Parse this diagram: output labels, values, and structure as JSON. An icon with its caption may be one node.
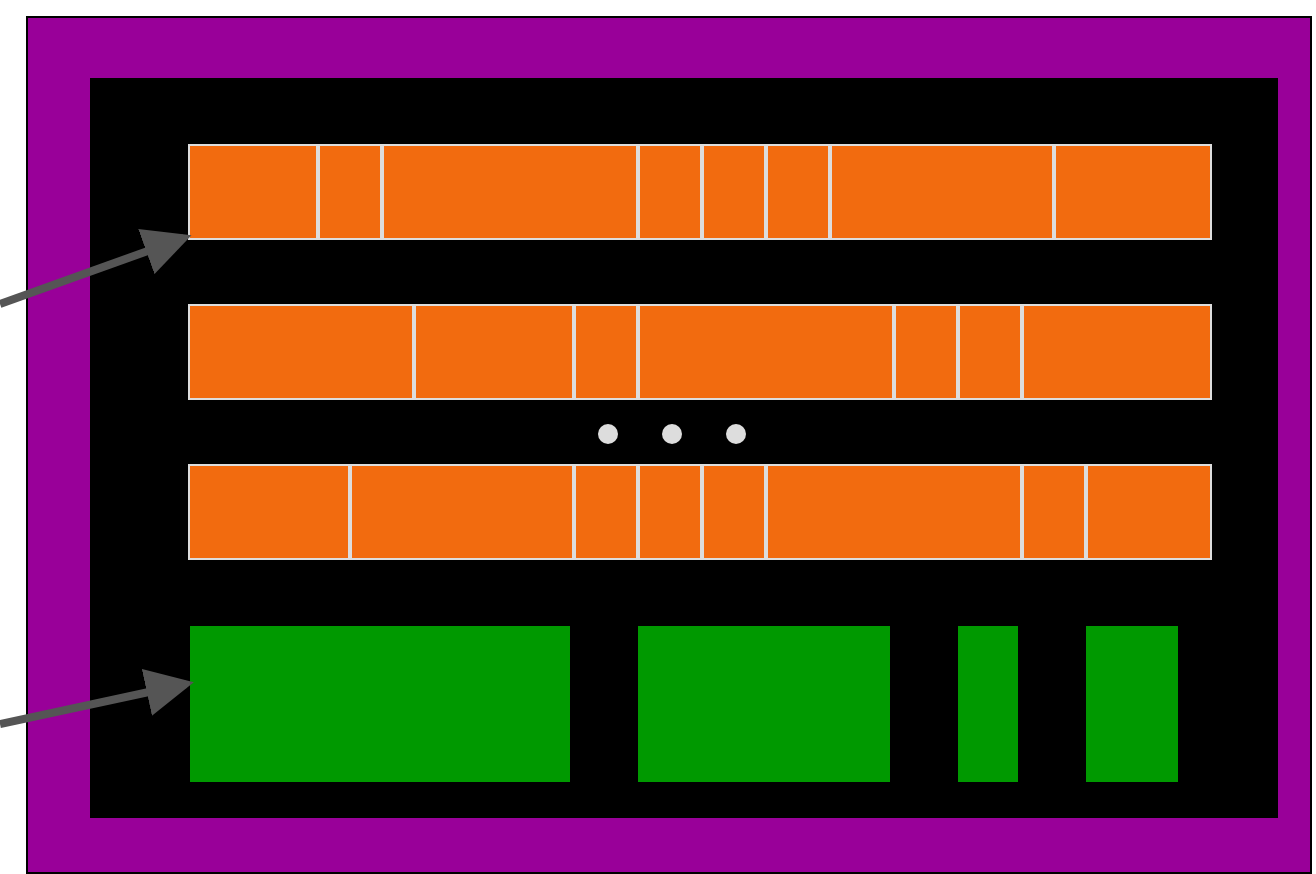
{
  "diagram": {
    "nodes": [
      {
        "text": [],
        "shape": "box"
      },
      {
        "text": [],
        "shape": "box",
        "in": 0
      },
      {
        "text": [],
        "shape": "bar",
        "in": 1
      },
      {
        "text": [],
        "shape": "bar",
        "in": 1
      },
      {
        "text": [],
        "shape": "bar",
        "in": 1
      },
      {
        "text": [],
        "shape": "box",
        "in": 1
      },
      {
        "text": [],
        "shape": "box",
        "in": 1
      },
      {
        "text": [],
        "shape": "box",
        "in": 1
      },
      {
        "text": [],
        "shape": "box",
        "in": 1
      }
    ],
    "edges": [
      {
        "from": null,
        "to": 2,
        "arrow": "to"
      },
      {
        "from": null,
        "to": 5,
        "arrow": "to"
      }
    ]
  }
}
